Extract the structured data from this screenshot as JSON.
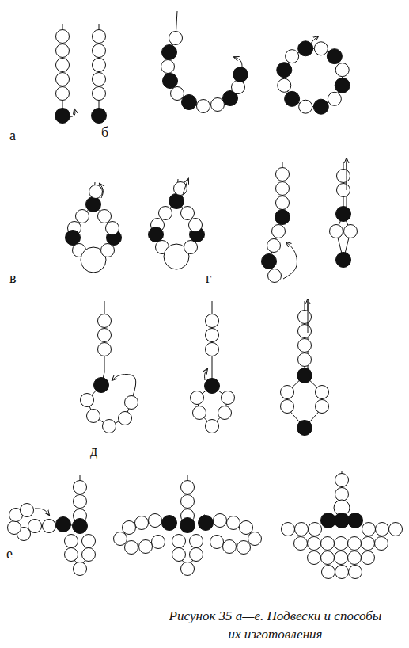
{
  "diagram": {
    "caption": "Рисунок 35 а—е. Подвески и способы их изготовления",
    "labels": [
      "а",
      "б",
      "в",
      "г",
      "д",
      "е"
    ]
  }
}
